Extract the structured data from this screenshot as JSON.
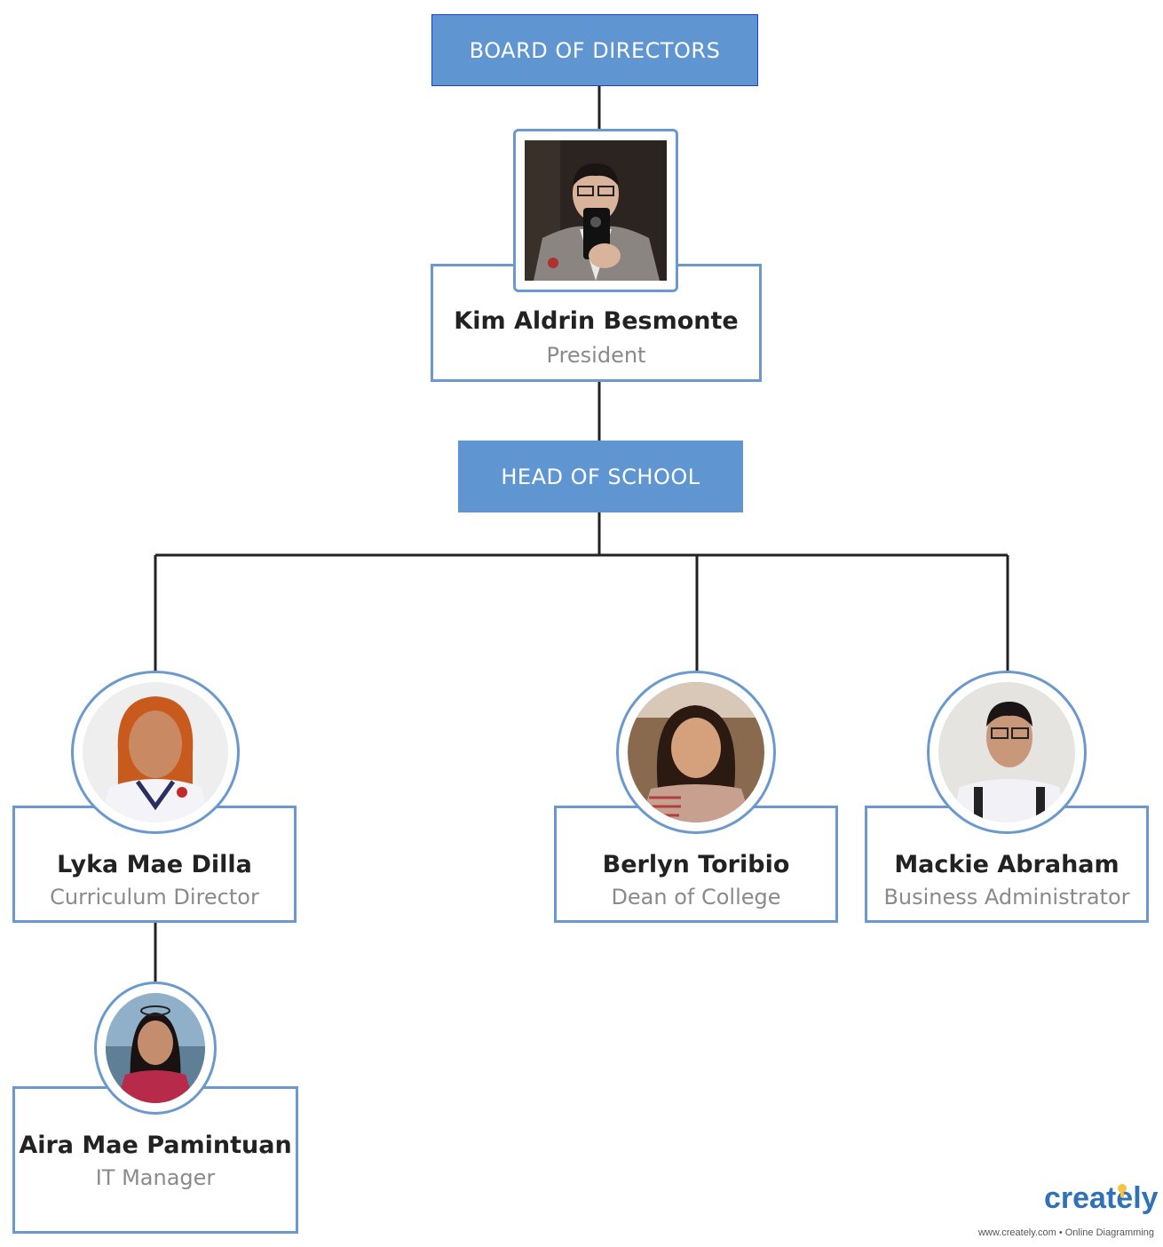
{
  "board": {
    "label": "BOARD OF DIRECTORS"
  },
  "president": {
    "name": "Kim Aldrin Besmonte",
    "role": "President"
  },
  "head": {
    "label": "HEAD OF SCHOOL"
  },
  "members": [
    {
      "name": "Lyka Mae Dilla",
      "role": "Curriculum Director"
    },
    {
      "name": "Berlyn Toribio",
      "role": "Dean of College"
    },
    {
      "name": "Mackie Abraham",
      "role": "Business Administrator"
    },
    {
      "name": "Aira Mae Pamintuan",
      "role": "IT Manager"
    }
  ],
  "watermark": {
    "brand": "creately",
    "tagline": "www.creately.com • Online Diagramming"
  },
  "colors": {
    "header_fill": "#5f95d0",
    "card_border": "#6b99cd",
    "connector": "#222222",
    "brand": "#2f72b6"
  }
}
